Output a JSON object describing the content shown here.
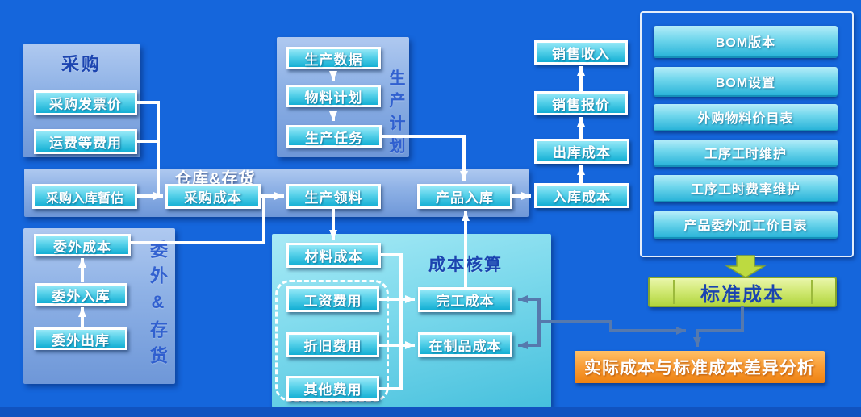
{
  "colors": {
    "background": "#1566DC",
    "footer_band": "#1153C0",
    "group_panel_blue": "#8FB2E6",
    "costing_panel_cyan": "#7CD9EC",
    "node_box_cyan": "#14AFD4",
    "standard_cost_green": "#B2D63E",
    "variance_orange": "#F7941E",
    "white_arrow": "#FFFFFF",
    "slate_arrow": "#5679AD",
    "title_navy": "#1B44B0"
  },
  "panels": {
    "procurement": {
      "title": "采购",
      "boxes": [
        "采购发票价",
        "运费等费用"
      ]
    },
    "warehouse": {
      "title": "仓库&存货",
      "boxes": [
        "采购入库暂估",
        "采购成本",
        "生产领料",
        "产品入库"
      ]
    },
    "outsourcing": {
      "title": "委外&存货",
      "boxes": [
        "委外成本",
        "委外入库",
        "委外出库"
      ]
    },
    "production_plan": {
      "title": "生产计划",
      "boxes": [
        "生产数据",
        "物料计划",
        "生产任务"
      ]
    },
    "costing": {
      "title": "成本核算",
      "material_box": "材料成本",
      "expense_boxes": [
        "工资费用",
        "折旧费用",
        "其他费用"
      ],
      "result_boxes": [
        "完工成本",
        "在制品成本"
      ]
    },
    "bom": {
      "items": [
        "BOM版本",
        "BOM设置",
        "外购物料价目表",
        "工序工时维护",
        "工序工时费率维护",
        "产品委外加工价目表"
      ]
    }
  },
  "sales_chain": {
    "boxes": [
      "销售收入",
      "销售报价",
      "出库成本",
      "入库成本"
    ]
  },
  "standard_cost_label": "标准成本",
  "variance_label": "实际成本与标准成本差异分析"
}
